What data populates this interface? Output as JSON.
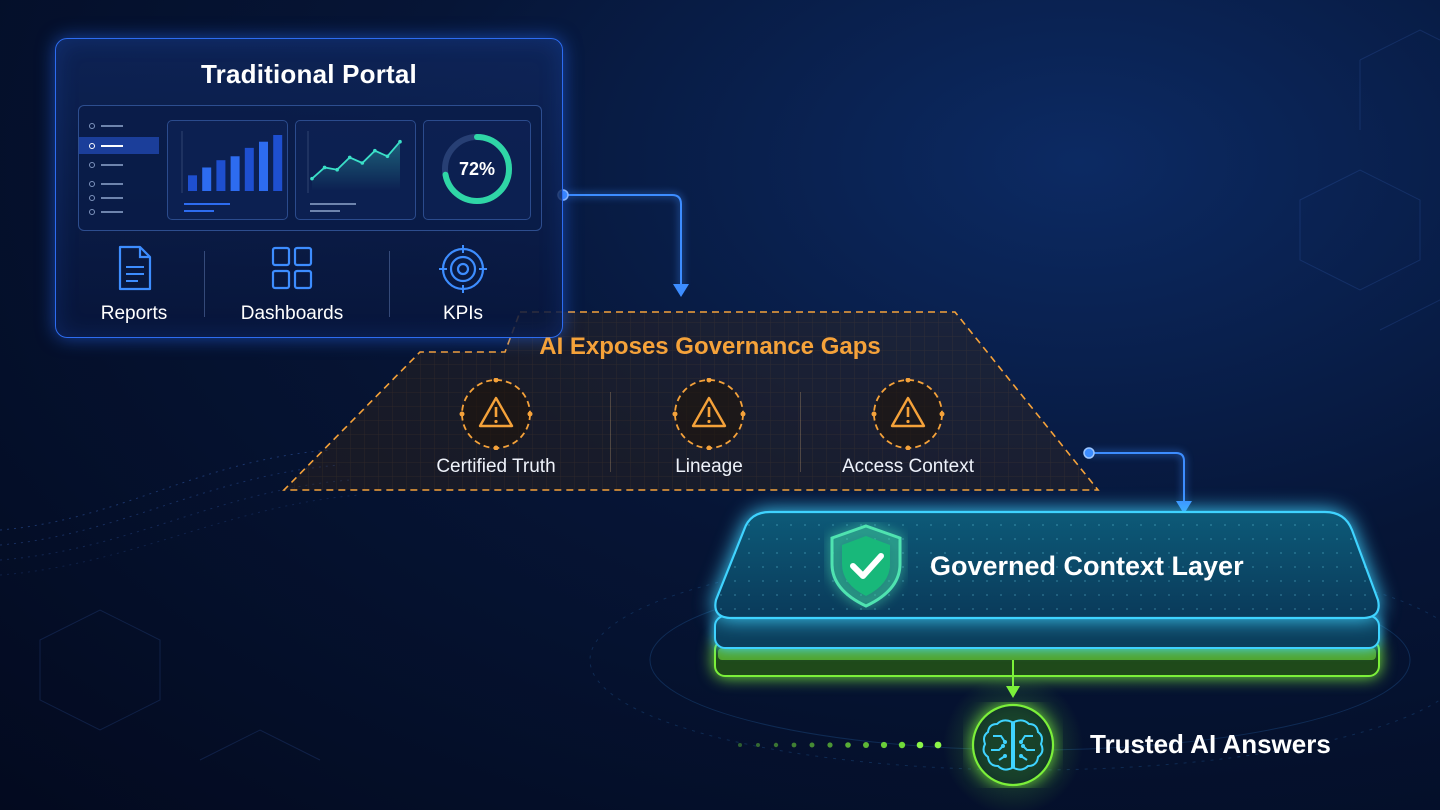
{
  "portal": {
    "title": "Traditional Portal",
    "gauge_percent_label": "72%",
    "gauge_value": 0.72,
    "bar_values": [
      0.28,
      0.42,
      0.55,
      0.62,
      0.77,
      0.88,
      1.0
    ],
    "line_values": [
      0.22,
      0.42,
      0.38,
      0.6,
      0.5,
      0.72,
      0.62,
      0.88
    ],
    "features": [
      {
        "label": "Reports",
        "icon": "document-icon"
      },
      {
        "label": "Dashboards",
        "icon": "grid-icon"
      },
      {
        "label": "KPIs",
        "icon": "target-icon"
      }
    ]
  },
  "gaps": {
    "title": "AI Exposes Governance Gaps",
    "items": [
      {
        "label": "Certified Truth",
        "icon": "warning-icon"
      },
      {
        "label": "Lineage",
        "icon": "warning-icon"
      },
      {
        "label": "Access Context",
        "icon": "warning-icon"
      }
    ]
  },
  "governed": {
    "title": "Governed Context Layer",
    "icon": "shield-check-icon"
  },
  "answers": {
    "title": "Trusted AI Answers",
    "icon": "brain-circuit-icon"
  },
  "colors": {
    "portal_border": "#2d6cf0",
    "gap_accent": "#f5a23a",
    "layer_cyan": "#3fd3ff",
    "layer_green": "#7cf03a",
    "connector": "#3d8dff"
  }
}
